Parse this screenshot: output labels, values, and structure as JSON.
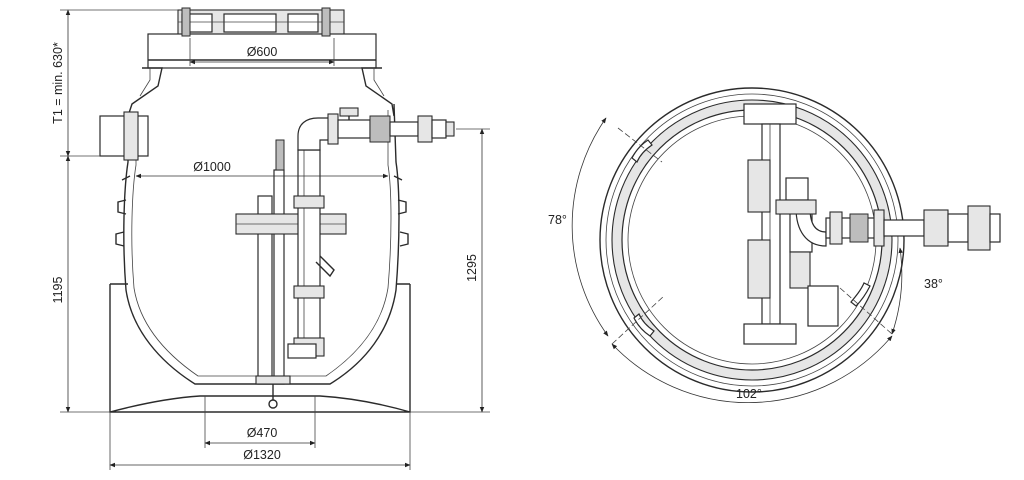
{
  "side_view": {
    "dim_cover_diameter": "Ø600",
    "dim_body_diameter": "Ø1000",
    "dim_base_inner_diameter": "Ø470",
    "dim_base_outer_diameter": "Ø1320",
    "dim_body_height": "1195",
    "dim_outlet_height": "1295",
    "dim_cover_depth": "T1 = min. 630*"
  },
  "top_view": {
    "angle_left": "78°",
    "angle_right": "38°",
    "angle_bottom": "102°"
  }
}
